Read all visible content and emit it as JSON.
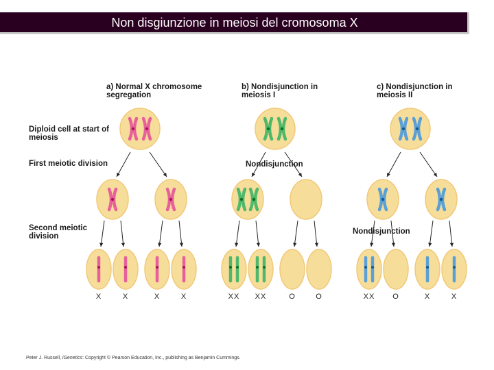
{
  "title": "Non disgiunzione in meiosi del cromosoma X",
  "columns": {
    "a": "a) Normal X chromosome\nsegregation",
    "b": "b) Nondisjunction in\nmeiosis I",
    "c": "c) Nondisjunction in\nmeiosis II"
  },
  "rows": {
    "diploid": "Diploid cell at start of\nmeiosis",
    "first": "First meiotic division",
    "second": "Second meiotic\ndivision"
  },
  "annotations": {
    "nondisjunction_b": "Nondisjunction",
    "nondisjunction_c": "Nondisjunction"
  },
  "gametes": {
    "a": [
      "X",
      "X",
      "X",
      "X"
    ],
    "b": [
      "XX",
      "XX",
      "O",
      "O"
    ],
    "c": [
      "XX",
      "O",
      "X",
      "X"
    ]
  },
  "copyright": {
    "before": "Peter J. Russell, ",
    "italic": "iGenetics",
    "after": ": Copyright © Pearson Education, Inc., publishing as Benjamin Cummings."
  },
  "colors": {
    "title_bg": "#2a0020",
    "cell_fill": "#f7dd9a",
    "cell_edge": "#f0c978",
    "chrom_pink": "#e8609a",
    "chrom_green": "#4fb86a",
    "chrom_blue": "#5aa0d6"
  }
}
